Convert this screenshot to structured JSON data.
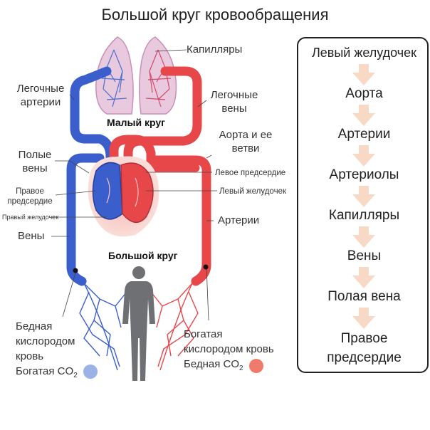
{
  "title": "Большой круг кровообращения",
  "labels": {
    "capillaries": "Капилляры",
    "pulm_arteries": "Легочные\nартерии",
    "pulm_veins": "Легочные\nвены",
    "small_circle": "Малый круг",
    "aorta_branches": "Аорта и ее\nветви",
    "vena_cava": "Полые\nвены",
    "left_atrium": "Левое предсердие",
    "right_atrium": "Правое\nпредсердие",
    "left_ventricle": "Левый желудочек",
    "right_ventricle": "Правый желудочек",
    "veins": "Вены",
    "arteries": "Артерии",
    "big_circle": "Большой круг",
    "poor_blood": "Бедная\nкислородом\nкровь",
    "rich_co2": "Богатая CO",
    "rich_blood": "Богатая\nкислородом кровь",
    "poor_co2": "Бедная CO",
    "co2_sub": "2"
  },
  "flow_steps": [
    "Левый желудочек",
    "Аорта",
    "Артерии",
    "Артериолы",
    "Капилляры",
    "Вены",
    "Полая вена",
    "Правое\nпредсердие"
  ],
  "colors": {
    "oxygen_poor": "#3a5fcd",
    "oxygen_rich": "#e8474a",
    "dot_blue": "#9bb2e6",
    "dot_red": "#ef7b6c",
    "arrow_fill": "#f8d9c5",
    "lung_fill": "#e9c9de"
  }
}
